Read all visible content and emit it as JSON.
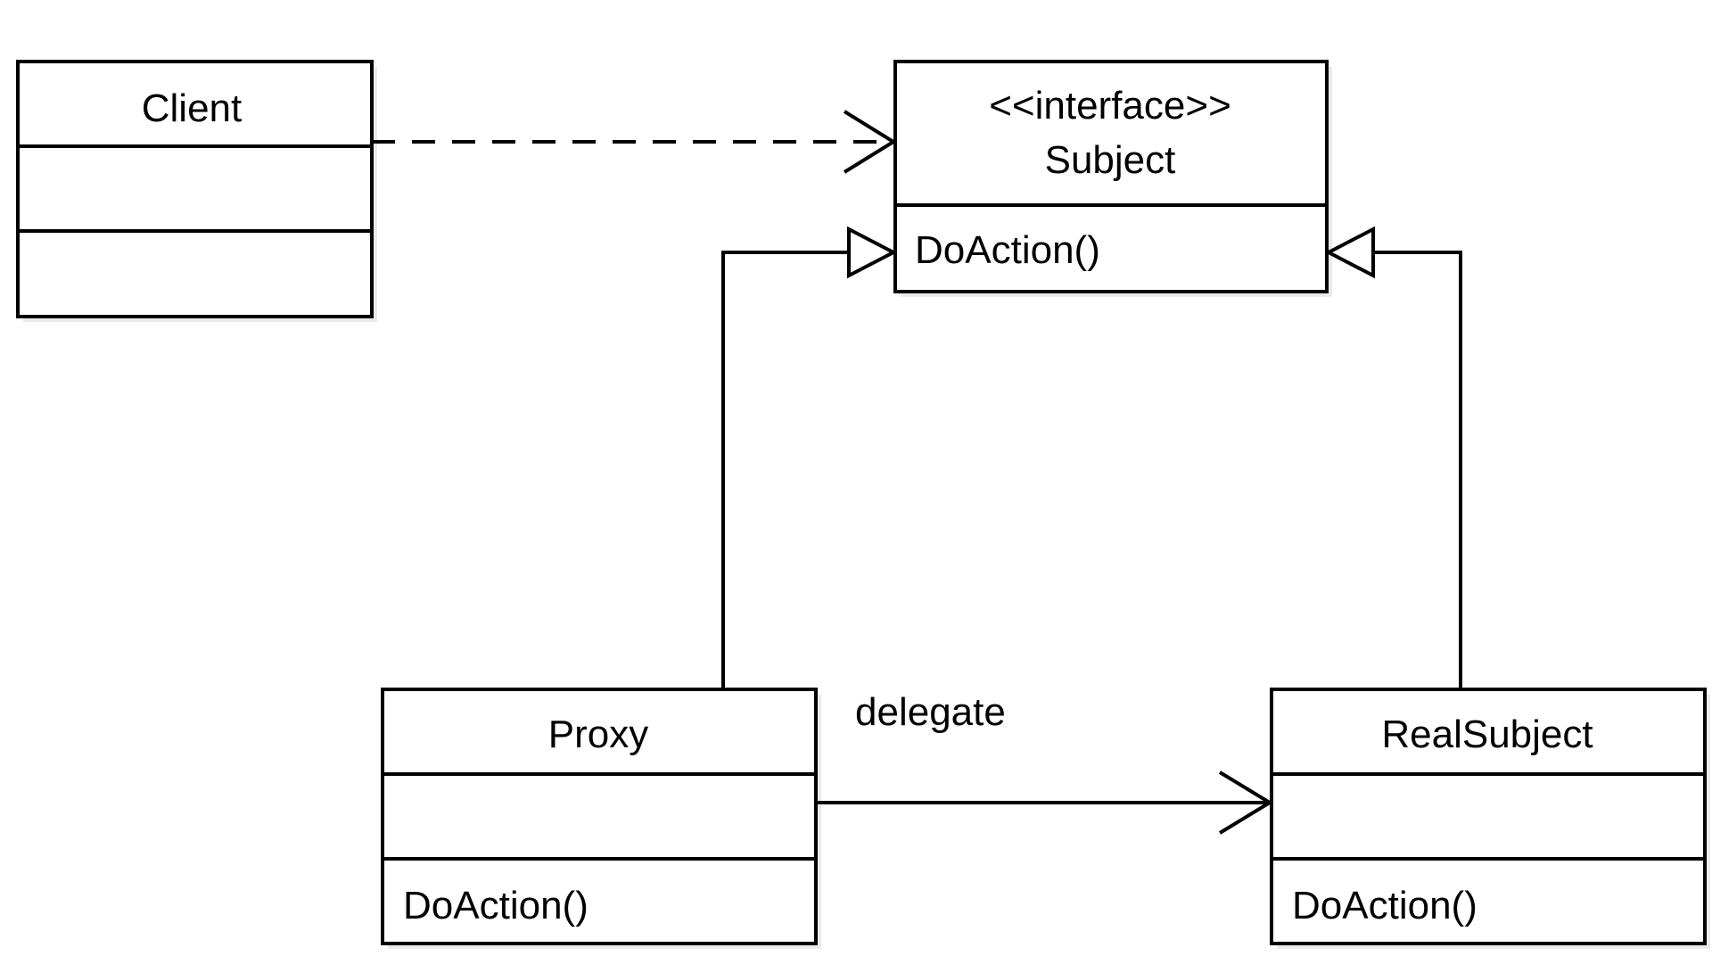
{
  "diagram": {
    "classes": {
      "client": {
        "name": "Client",
        "attributes": "",
        "methods": ""
      },
      "subject": {
        "stereotype": "<<interface>>",
        "name": "Subject",
        "methods": "DoAction()"
      },
      "proxy": {
        "name": "Proxy",
        "attributes": "",
        "methods": "DoAction()"
      },
      "real_subject": {
        "name": "RealSubject",
        "attributes": "",
        "methods": "DoAction()"
      }
    },
    "relationships": {
      "delegate_label": "delegate"
    }
  }
}
